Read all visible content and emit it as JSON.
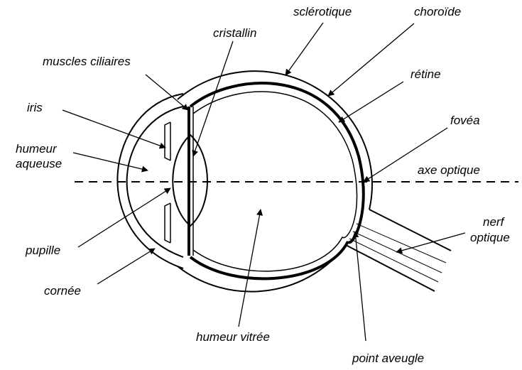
{
  "labels": {
    "sclerotique": "sclérotique",
    "choroide": "choroïde",
    "cristallin": "cristallin",
    "muscles_ciliaires": "muscles ciliaires",
    "retine": "rétine",
    "iris": "iris",
    "fovea": "fovéa",
    "humeur_aqueuse_1": "humeur",
    "humeur_aqueuse_2": "aqueuse",
    "axe_optique": "axe optique",
    "nerf_optique_1": "nerf",
    "nerf_optique_2": "optique",
    "pupille": "pupille",
    "cornee": "cornée",
    "humeur_vitree": "humeur vitrée",
    "point_aveugle": "point aveugle"
  }
}
